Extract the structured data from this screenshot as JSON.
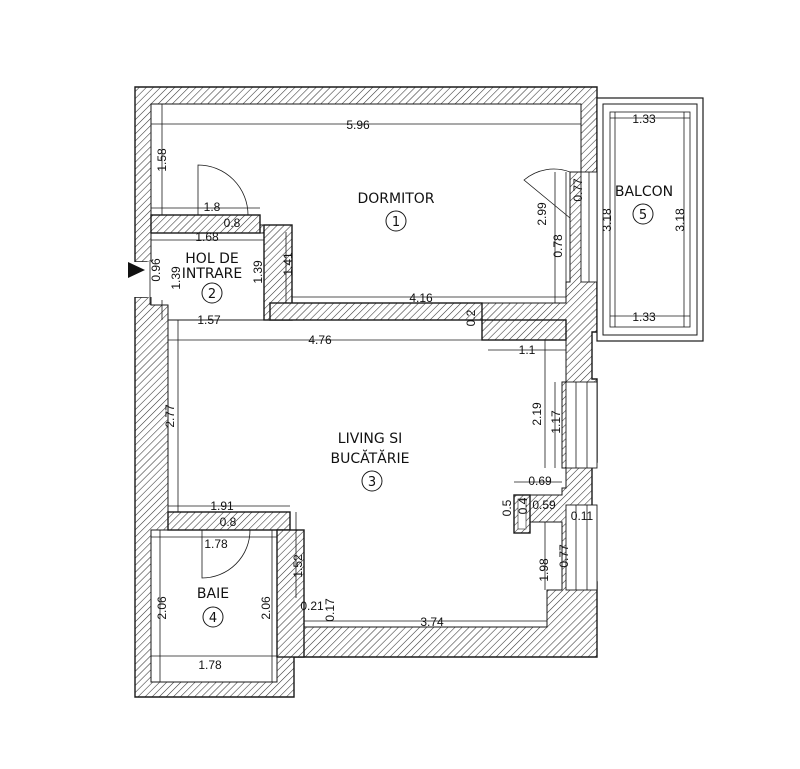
{
  "rooms": [
    {
      "name": "DORMITOR",
      "number": "1"
    },
    {
      "name": "HOL DE",
      "name2": "INTRARE",
      "number": "2"
    },
    {
      "name": "LIVING SI",
      "name2": "BUCĂTĂRIE",
      "number": "3"
    },
    {
      "name": "BAIE",
      "number": "4"
    },
    {
      "name": "BALCON",
      "number": "5"
    }
  ],
  "dimensions": {
    "d_5_96": "5.96",
    "d_1_58": "1.58",
    "d_1_8": "1.8",
    "d_0_8_top": "0.8",
    "d_1_68": "1.68",
    "d_0_96": "0.96",
    "d_1_39_a": "1.39",
    "d_1_39_b": "1.39",
    "d_1_41": "1.41",
    "d_4_16": "4.16",
    "d_1_57": "1.57",
    "d_4_76": "4.76",
    "d_0_2": "0.2",
    "d_1_1": "1.1",
    "d_2_99": "2.99",
    "d_0_77_top": "0.77",
    "d_0_78": "0.78",
    "d_1_33_top": "1.33",
    "d_3_18_a": "3.18",
    "d_3_18_b": "3.18",
    "d_1_33_bottom": "1.33",
    "d_2_77": "2.77",
    "d_2_19": "2.19",
    "d_1_17": "1.17",
    "d_0_69": "0.69",
    "d_0_5": "0.5",
    "d_0_4": "0.4",
    "d_0_59": "0.59",
    "d_0_11": "0.11",
    "d_1_91": "1.91",
    "d_0_8_bath": "0.8",
    "d_1_78_top": "1.78",
    "d_1_52": "1.52",
    "d_1_98": "1.98",
    "d_0_77_bottom": "0.77",
    "d_2_06_a": "2.06",
    "d_2_06_b": "2.06",
    "d_0_21": "0.21",
    "d_0_17": "0.17",
    "d_3_74": "3.74",
    "d_1_78_bottom": "1.78"
  }
}
